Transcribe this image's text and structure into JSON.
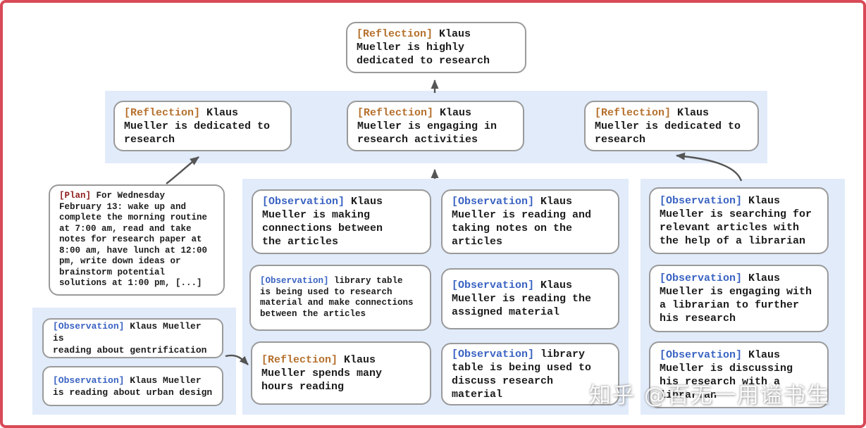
{
  "colors": {
    "reflection": "#b5702d",
    "observation": "#3a63c2",
    "plan": "#8f1d1d",
    "band": "#e1ebfa",
    "frame": "#d84a57",
    "arrow": "#555555",
    "box_border": "#9a9a9a",
    "body_text": "#1c1c1c"
  },
  "watermark": "知乎 @百无一用谥书生",
  "tree": {
    "root": {
      "tag": "[Reflection]",
      "text": " Klaus\nMueller is highly\ndedicated to research"
    },
    "level2": [
      {
        "tag": "[Reflection]",
        "text": " Klaus\nMueller is dedicated to\nresearch"
      },
      {
        "tag": "[Reflection]",
        "text": " Klaus\nMueller is engaging in\nresearch activities"
      },
      {
        "tag": "[Reflection]",
        "text": " Klaus\nMueller is dedicated to\nresearch"
      }
    ],
    "plan": {
      "tag": "[Plan]",
      "text": " For Wednesday\nFebruary 13: wake up and\ncomplete the morning routine\nat 7:00 am, read and take\nnotes for research paper at\n8:00 am, have lunch at 12:00\npm, write down ideas or\nbrainstorm potential\nsolutions at 1:00 pm, [...]"
    },
    "left_observations": [
      {
        "tag": "[Observation]",
        "text": " Klaus Mueller is\nreading about gentrification"
      },
      {
        "tag": "[Observation]",
        "text": " Klaus Mueller\nis reading about urban design"
      }
    ],
    "middle_col_a": [
      {
        "tag": "[Observation]",
        "text": " Klaus\nMueller is making\nconnections between\nthe articles"
      },
      {
        "tag": "[Observation]",
        "text": " library table\nis being used to research\nmaterial and make connections\nbetween the articles"
      },
      {
        "tag": "[Reflection]",
        "text": " Klaus\nMueller spends many\nhours reading"
      }
    ],
    "middle_col_b": [
      {
        "tag": "[Observation]",
        "text": " Klaus\nMueller is reading and\ntaking notes on the\narticles"
      },
      {
        "tag": "[Observation]",
        "text": " Klaus\nMueller is reading the\nassigned material"
      },
      {
        "tag": "[Observation]",
        "text": " library\ntable is being used to\ndiscuss research material"
      }
    ],
    "right_col": [
      {
        "tag": "[Observation]",
        "text": " Klaus\nMueller is searching for\nrelevant articles with\nthe help of a librarian"
      },
      {
        "tag": "[Observation]",
        "text": " Klaus\nMueller is engaging with\na librarian to further\nhis research"
      },
      {
        "tag": "[Observation]",
        "text": " Klaus\nMueller is discussing\nhis research with a\nlibrarian"
      }
    ]
  }
}
